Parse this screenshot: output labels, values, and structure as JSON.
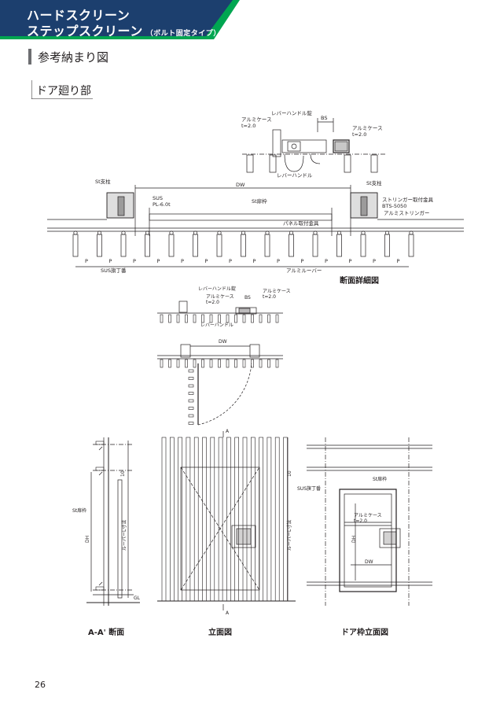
{
  "header": {
    "title_line1": "ハードスクリーン",
    "title_line2": "ステップスクリーン",
    "title_note": "（ボルト固定タイプ）",
    "color_green": "#00a651",
    "color_navy": "#1c3f6e"
  },
  "section": {
    "title": "参考納まり図"
  },
  "subsection": {
    "title": "ドア廻り部"
  },
  "plan_detail": {
    "caption": "断面詳細図",
    "labels": {
      "lever_lock": "レバーハンドル錠",
      "bs": "BS",
      "alumi_case_left": "アルミケース",
      "t_left": "t=2.0",
      "alumi_case_right": "アルミケース",
      "t_right": "t=2.0",
      "lever_handle": "レバーハンドル",
      "st_post_left": "St支柱",
      "st_post_right": "St支柱",
      "dw": "DW",
      "sus": "SUS",
      "pl": "PL-6.0t",
      "st_frame": "St扉枠",
      "stringer_bracket": "ストリンガー取付金具",
      "bts": "BTS-5050",
      "alumi_stringer": "アルミストリンガー",
      "panel_bracket": "パネル取付金具",
      "sus_hinge": "SUS旗丁番",
      "alumi_louver": "アルミルーバー",
      "p": "P"
    }
  },
  "small_plan": {
    "labels": {
      "lever_lock": "レバーハンドル錠",
      "alumi_case_a": "アルミケース",
      "t_a": "t=2.0",
      "bs": "BS",
      "alumi_case_b": "アルミケース",
      "t_b": "t=2.0",
      "lever_handle": "レバーハンドル"
    }
  },
  "swing_plan": {
    "labels": {
      "dw": "DW"
    }
  },
  "section_aa": {
    "caption": "A-A' 断面",
    "labels": {
      "dim_10": "10",
      "st_frame": "St扉枠",
      "dh": "DH",
      "louver_len": "ルーバーL寸法",
      "gl": "GL"
    }
  },
  "elevation": {
    "caption": "立面図",
    "labels": {
      "a_top": "A",
      "a_bottom": "A",
      "dim_10": "10",
      "louver_len": "ルーバーL寸法"
    }
  },
  "frame_elevation": {
    "caption": "ドア枠立面図",
    "labels": {
      "st_frame": "St扉枠",
      "sus_hinge": "SUS旗丁番",
      "alumi_case": "アルミケース",
      "t": "t=2.0",
      "dh": "DH",
      "dw": "DW"
    }
  },
  "footer": {
    "page": "26"
  }
}
